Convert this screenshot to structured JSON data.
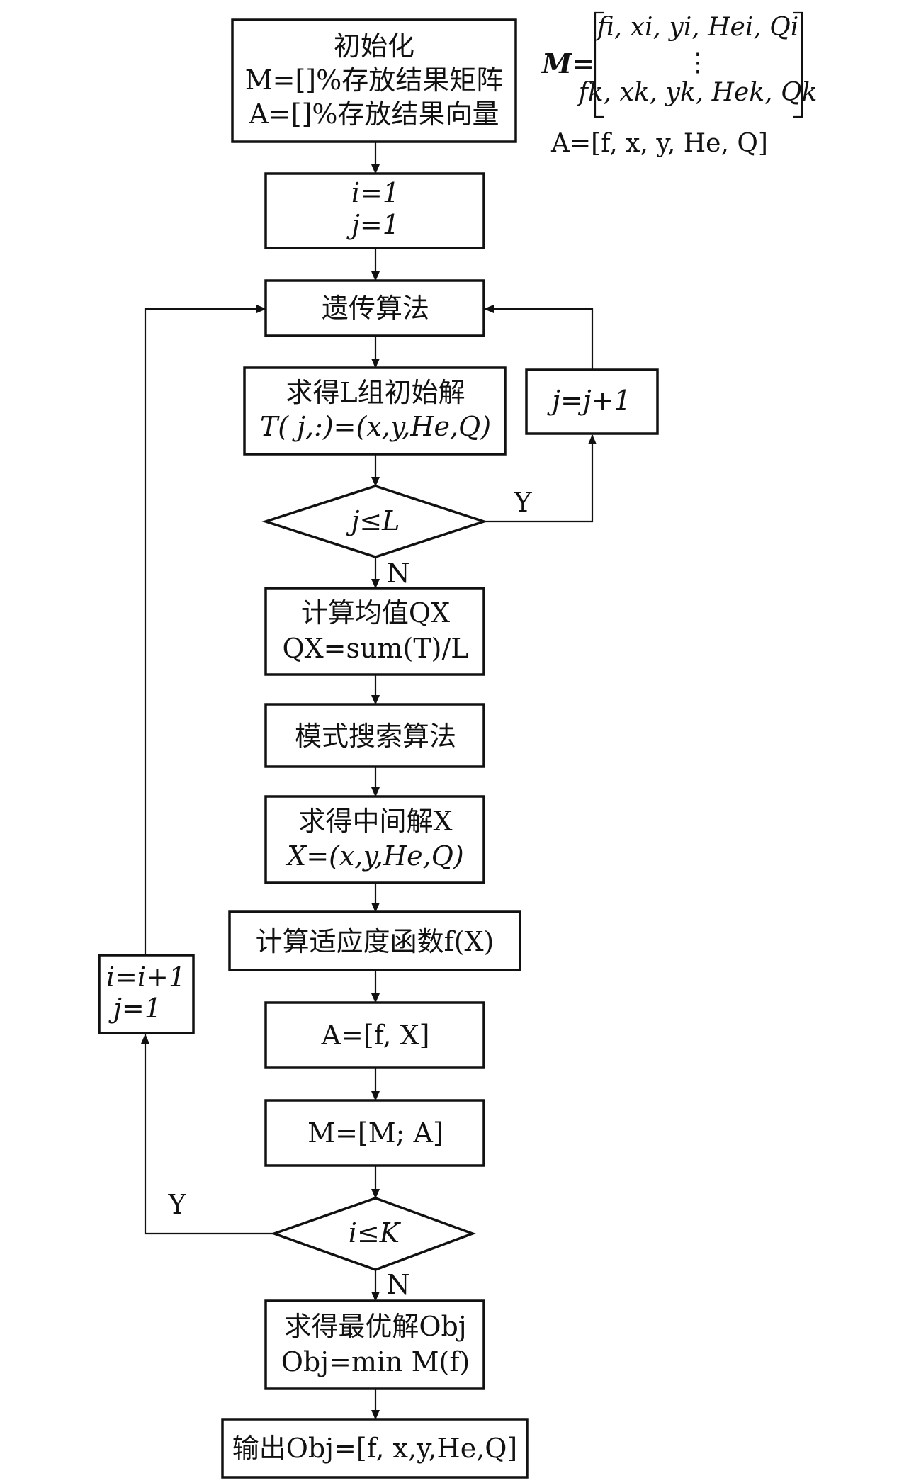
{
  "boxes": {
    "init": {
      "title": "初始化",
      "m_line": "M=[]%存放结果矩阵",
      "a_line": "A=[]%存放结果向量"
    },
    "ij_init": {
      "i": "i=1",
      "j": "j=1"
    },
    "ga": {
      "label": "遗传算法"
    },
    "get_initial": {
      "line1": "求得L组初始解",
      "line2": "T( j,:)=(x,y,He,Q)"
    },
    "j_inc": {
      "label": "j=j+1"
    },
    "dec_j": {
      "label": "j≤L",
      "yes": "Y",
      "no": "N"
    },
    "mean": {
      "line1": "计算均值QX",
      "line2": "QX=sum(T)/L"
    },
    "pattern": {
      "label": "模式搜索算法"
    },
    "intermediate": {
      "line1": "求得中间解X",
      "line2": "X=(x,y,He,Q)"
    },
    "fitness": {
      "label": "计算适应度函数f(X)"
    },
    "a_assign": {
      "label": "A=[f, X]"
    },
    "m_assign": {
      "label": "M=[M; A]"
    },
    "dec_i": {
      "label": "i≤K",
      "yes": "Y",
      "no": "N"
    },
    "i_inc": {
      "i": "i=i+1",
      "j": "j=1"
    },
    "optimal": {
      "line1": "求得最优解Obj",
      "line2": "Obj=min M(f)"
    },
    "output": {
      "label": "输出Obj=[f, x,y,He,Q]"
    }
  },
  "matrix_note": {
    "m_label": "M=",
    "row_i": "fi, xi, yi, Hei, Qi",
    "dots": "⋮",
    "row_k": "fk, xk, yk, Hek, Qk",
    "a_def": "A=[f, x, y, He, Q]"
  }
}
